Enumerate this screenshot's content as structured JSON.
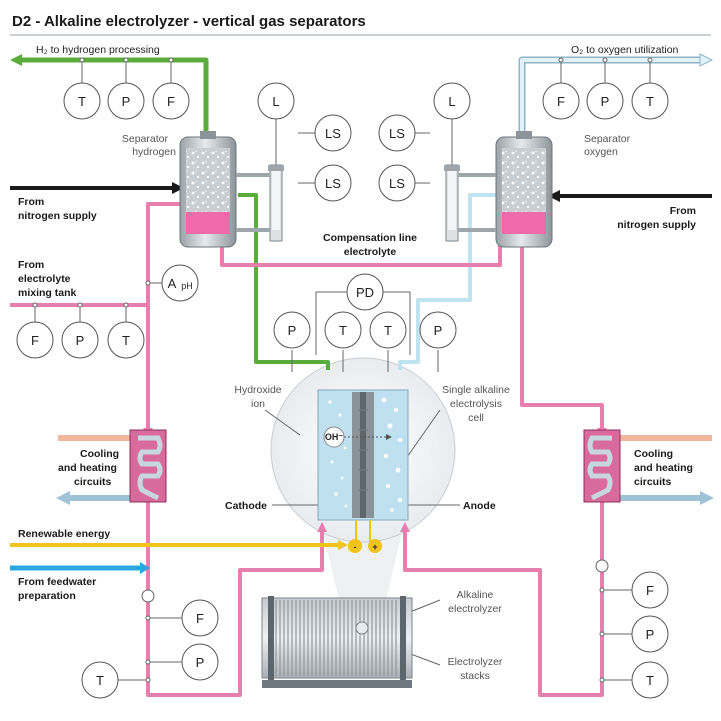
{
  "title": "D2 - Alkaline electrolyzer - vertical gas separators",
  "labels": {
    "h2_out": "H₂ to hydrogen processing",
    "o2_out": "O₂ to oxygen utilization",
    "sep_h_1": "Separator",
    "sep_h_2": "hydrogen",
    "sep_o_1": "Separator",
    "sep_o_2": "oxygen",
    "n2_left_1": "From",
    "n2_left_2": "nitrogen supply",
    "n2_right_1": "From",
    "n2_right_2": "nitrogen supply",
    "comp_1": "Compensation line",
    "comp_2": "electrolyte",
    "elec_tank_1": "From",
    "elec_tank_2": "electrolyte",
    "elec_tank_3": "mixing tank",
    "hydroxide_1": "Hydroxide",
    "hydroxide_2": "ion",
    "cell_1": "Single alkaline",
    "cell_2": "electrolysis",
    "cell_3": "cell",
    "ion": "OH⁻",
    "cathode": "Cathode",
    "anode": "Anode",
    "minus": "-",
    "plus": "+",
    "cool_l_1": "Cooling",
    "cool_l_2": "and heating",
    "cool_l_3": "circuits",
    "cool_r_1": "Cooling",
    "cool_r_2": "and heating",
    "cool_r_3": "circuits",
    "renewable": "Renewable energy",
    "feedwater_1": "From feedwater",
    "feedwater_2": "preparation",
    "alk_1": "Alkaline",
    "alk_2": "electrolyzer",
    "stack_1": "Electrolyzer",
    "stack_2": "stacks"
  },
  "instruments": {
    "h2_t": "T",
    "h2_p": "P",
    "h2_f": "F",
    "o2_f": "F",
    "o2_p": "P",
    "o2_t": "T",
    "l_left": "L",
    "l_right": "L",
    "ls_l1": "LS",
    "ls_l2": "LS",
    "ls_r1": "LS",
    "ls_r2": "LS",
    "aph_a": "A",
    "aph_s": "pH",
    "in_f": "F",
    "in_p": "P",
    "in_t": "T",
    "pd": "PD",
    "c_p1": "P",
    "c_t1": "T",
    "c_t2": "T",
    "c_p2": "P",
    "lb_f": "F",
    "lb_p": "P",
    "lb_t": "T",
    "rb_f": "F",
    "rb_p": "P",
    "rb_t": "T"
  },
  "colors": {
    "hydrogen_line": "#5aad3c",
    "oxygen_line": "#bfe3ef",
    "electrolyte_line": "#e77fae",
    "electrolyte_fill": "#ee6aa8",
    "nitrogen_line": "#1a1a1a",
    "renewable_line": "#f0c419",
    "feedwater_line": "#29a8e0",
    "hot_line": "#f2b79a",
    "cold_line": "#9fc3d6"
  }
}
